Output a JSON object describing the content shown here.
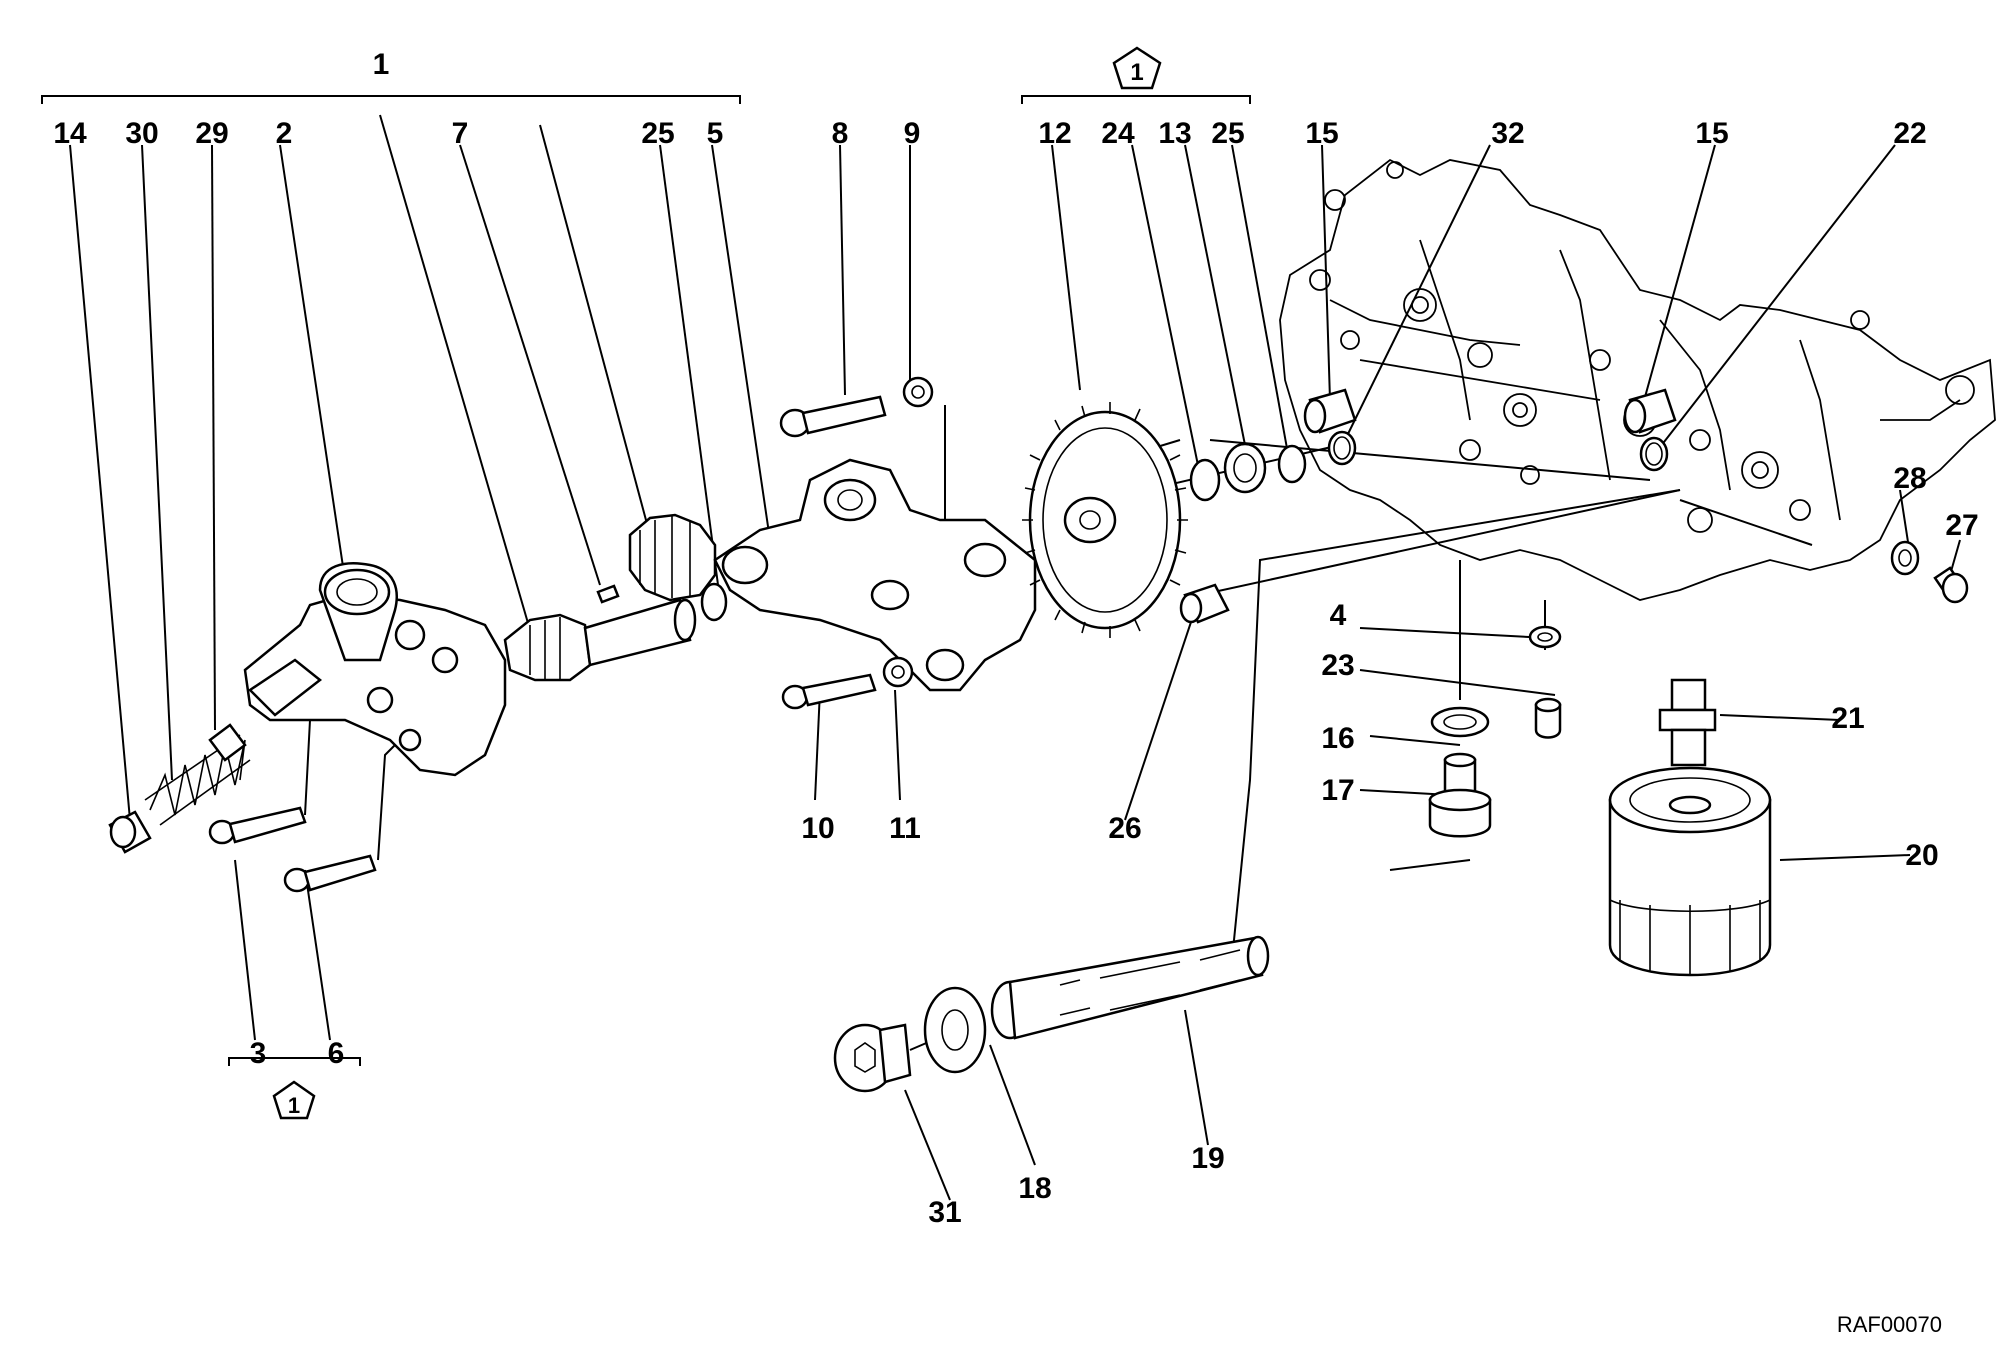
{
  "drawing_reference": "RAF00070",
  "group_marker": "1",
  "part_labels": {
    "p1": "1",
    "p2": "2",
    "p3": "3",
    "p4": "4",
    "p5": "5",
    "p6": "6",
    "p7": "7",
    "p8": "8",
    "p9": "9",
    "p10": "10",
    "p11": "11",
    "p12": "12",
    "p13": "13",
    "p14": "14",
    "p15a": "15",
    "p15b": "15",
    "p16": "16",
    "p17": "17",
    "p18": "18",
    "p19": "19",
    "p20": "20",
    "p21": "21",
    "p22": "22",
    "p23": "23",
    "p24": "24",
    "p25a": "25",
    "p25b": "25",
    "p26": "26",
    "p27": "27",
    "p28": "28",
    "p29": "29",
    "p30": "30",
    "p31": "31",
    "p32": "32"
  }
}
